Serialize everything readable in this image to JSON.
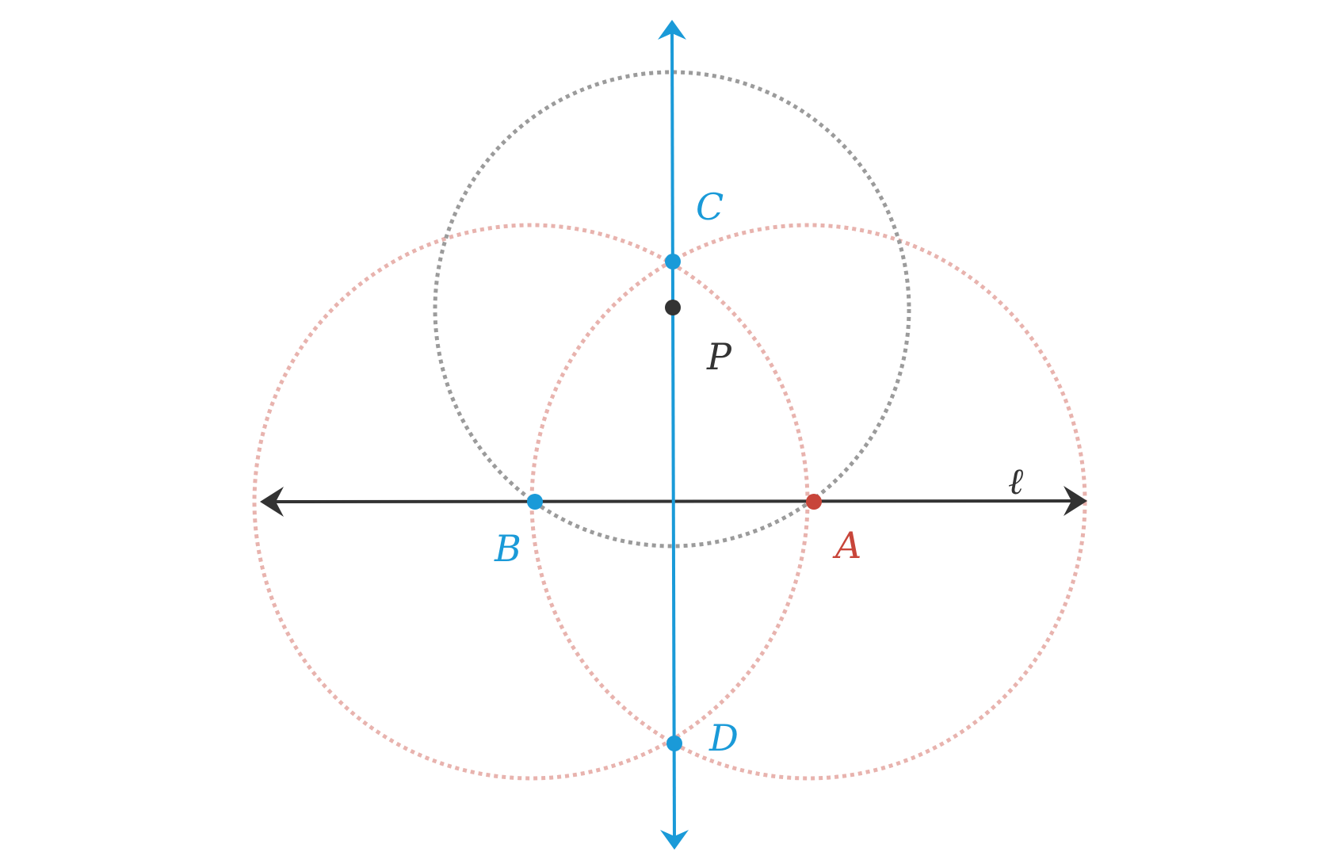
{
  "colors": {
    "blue": "#1a9ad8",
    "red": "#c8453a",
    "dark": "#333333",
    "gray_circle": "#9b9b9b",
    "pink_circle": "#e8b3ae"
  },
  "labels": {
    "C": "C",
    "P": "P",
    "B": "B",
    "A": "A",
    "D": "D",
    "line": "ℓ"
  }
}
